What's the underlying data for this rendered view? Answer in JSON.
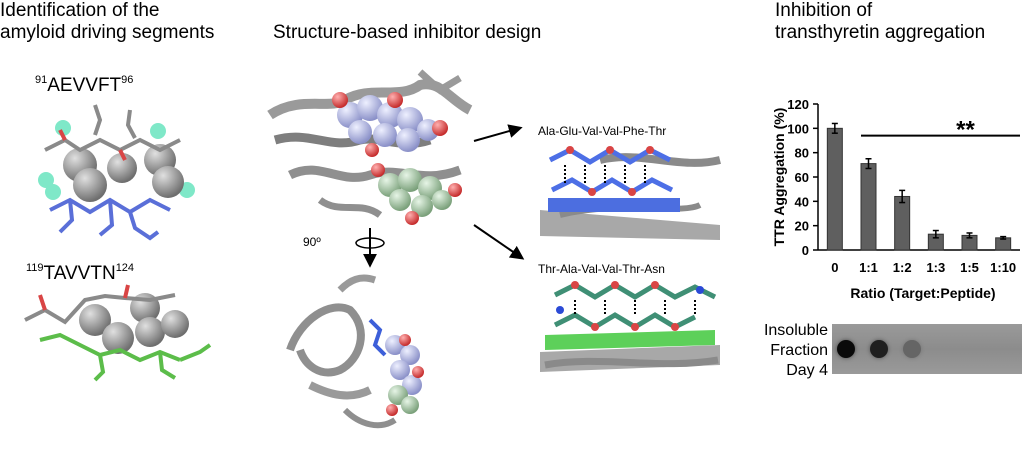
{
  "headings": {
    "col1_line1": "Identification of the",
    "col1_line2": "amyloid driving segments",
    "col2": "Structure-based inhibitor design",
    "col3_line1": "Inhibition of",
    "col3_line2": "transthyretin aggregation"
  },
  "segments": {
    "seg1": {
      "start": "91",
      "name": "AEVVFT",
      "end": "96"
    },
    "seg2": {
      "start": "119",
      "name": "TAVVTN",
      "end": "124"
    }
  },
  "rotation_label": "90º",
  "peptides": {
    "top": "Ala-Glu-Val-Val-Phe-Thr",
    "bottom": "Thr-Ala-Val-Val-Thr-Asn"
  },
  "blot": {
    "label_line1": "Insoluble",
    "label_line2": "Fraction",
    "label_line3": "Day 4",
    "dot_intensities": [
      1.0,
      0.85,
      0.35,
      0,
      0,
      0
    ]
  },
  "colors": {
    "bar": "#5f5f5f",
    "protein": "#8a8a8a",
    "peptide_blue": "#3d5fd9",
    "peptide_green": "#3fb34a",
    "water": "#6fe3c2",
    "oxygen": "#d93a3a"
  },
  "chart_data": {
    "type": "bar",
    "categories": [
      "0",
      "1:1",
      "1:2",
      "1:3",
      "1:5",
      "1:10"
    ],
    "values": [
      100,
      71,
      44,
      13,
      12,
      10
    ],
    "errors": [
      4,
      4,
      5,
      3,
      2,
      1
    ],
    "ylabel": "TTR Aggregation (%)",
    "xlabel": "Ratio (Target:Peptide)",
    "ylim": [
      0,
      120
    ],
    "yticks": [
      0,
      20,
      40,
      60,
      80,
      100,
      120
    ],
    "annotation": "**",
    "grid": false,
    "legend": "none"
  }
}
